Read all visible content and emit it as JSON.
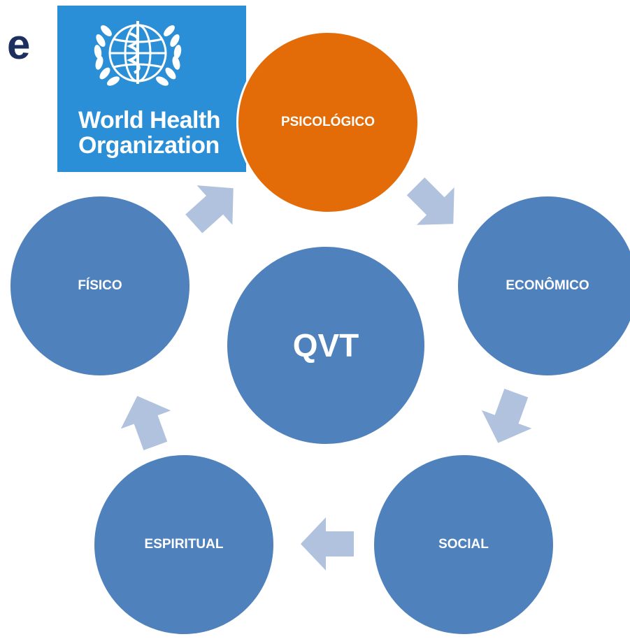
{
  "title_fragment": "e",
  "logo": {
    "line1": "World Health",
    "line2": "Organization",
    "color": "#2a8fd6"
  },
  "diagram": {
    "center": "QVT",
    "nodes": [
      {
        "label": "PSICOLÓGICO",
        "color": "#e36c09"
      },
      {
        "label": "ECONÔMICO",
        "color": "#4f81bd"
      },
      {
        "label": "SOCIAL",
        "color": "#4f81bd"
      },
      {
        "label": "ESPIRITUAL",
        "color": "#4f81bd"
      },
      {
        "label": "FÍSICO",
        "color": "#4f81bd"
      }
    ],
    "arrow_color": "#b0c2de"
  }
}
